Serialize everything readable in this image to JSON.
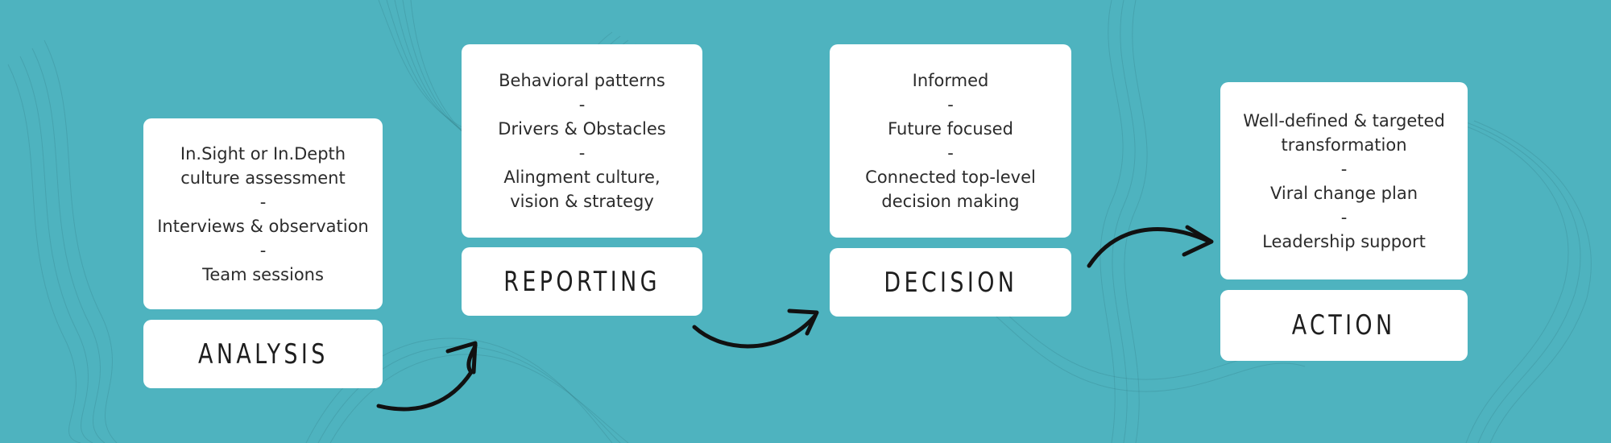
{
  "colors": {
    "background": "#4eb3bf",
    "card": "#ffffff",
    "arrow": "#111111"
  },
  "stages": [
    {
      "title": "ANALYSIS",
      "lines": [
        "In.Sight or In.Depth",
        "culture assessment",
        "-",
        "Interviews & observation",
        "-",
        "Team sessions"
      ]
    },
    {
      "title": "REPORTING",
      "lines": [
        "Behavioral patterns",
        "-",
        "Drivers & Obstacles",
        "-",
        "Alingment culture,",
        "vision & strategy"
      ]
    },
    {
      "title": "DECISION",
      "lines": [
        "Informed",
        "-",
        "Future focused",
        "-",
        "Connected top-level",
        "decision making"
      ]
    },
    {
      "title": "ACTION",
      "lines": [
        "Well-defined & targeted",
        "transformation",
        "-",
        "Viral change plan",
        "-",
        "Leadership support"
      ]
    }
  ]
}
